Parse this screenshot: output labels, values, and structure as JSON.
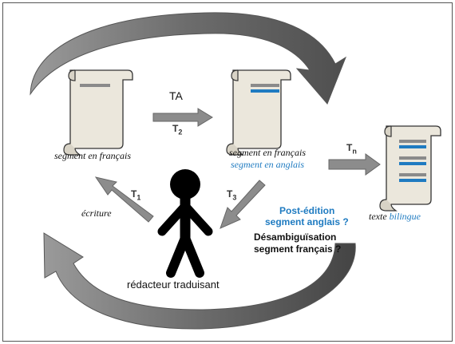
{
  "colors": {
    "arrow_fill": "#8c8c8c",
    "arrow_dark": "#4a4a4a",
    "scroll_fill": "#ebe7dc",
    "bar_gray": "#8a8a8a",
    "bar_blue": "#1f7bc1",
    "accent_blue": "#1f7bc1"
  },
  "nodes": {
    "segment_fr": "segment en français",
    "segment_fr2": "segment en français",
    "segment_en": "segment en anglais",
    "texte": "texte ",
    "bilingue": "bilingue",
    "redacteur": "rédacteur traduisant"
  },
  "edges": {
    "ta": "TA",
    "t2": "T",
    "t2_sub": "2",
    "tn": "T",
    "tn_sub": "n",
    "t1": "T",
    "t1_sub": "1",
    "t3": "T",
    "t3_sub": "3",
    "ecriture": "écriture",
    "postedition_1": "Post-édition",
    "postedition_2": "segment anglais ?",
    "desamb_1": "Désambiguïsation",
    "desamb_2": "segment français ?"
  }
}
